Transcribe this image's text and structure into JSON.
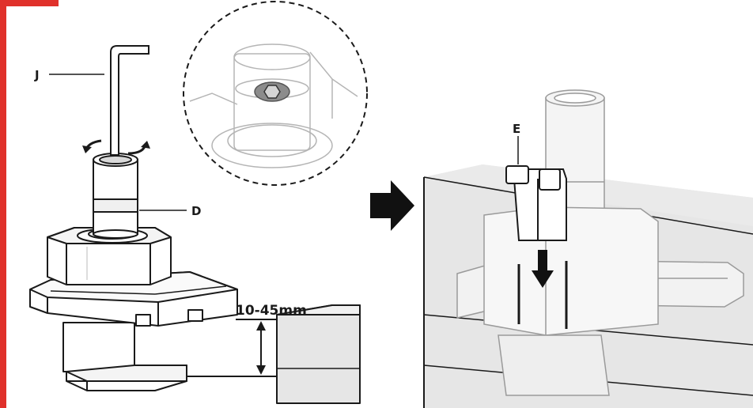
{
  "panels": {
    "left": {
      "callouts": {
        "allen_key": "J",
        "post": "D"
      },
      "dimension_label": "10-45mm"
    },
    "right": {
      "callouts": {
        "clip": "E"
      }
    }
  },
  "colors": {
    "accent_bar": "#e0312b",
    "desk_fill": "#e6e6e6",
    "desk_top": "#f0f0f0",
    "outline": "#1a1a1a",
    "ghost_outline": "#9a9a9a",
    "arrow": "#111111"
  },
  "icons": {
    "transition_arrow": "arrow-right-icon",
    "slide_arrow": "arrow-down-icon",
    "rotate": "rotate-arrows-icon"
  }
}
